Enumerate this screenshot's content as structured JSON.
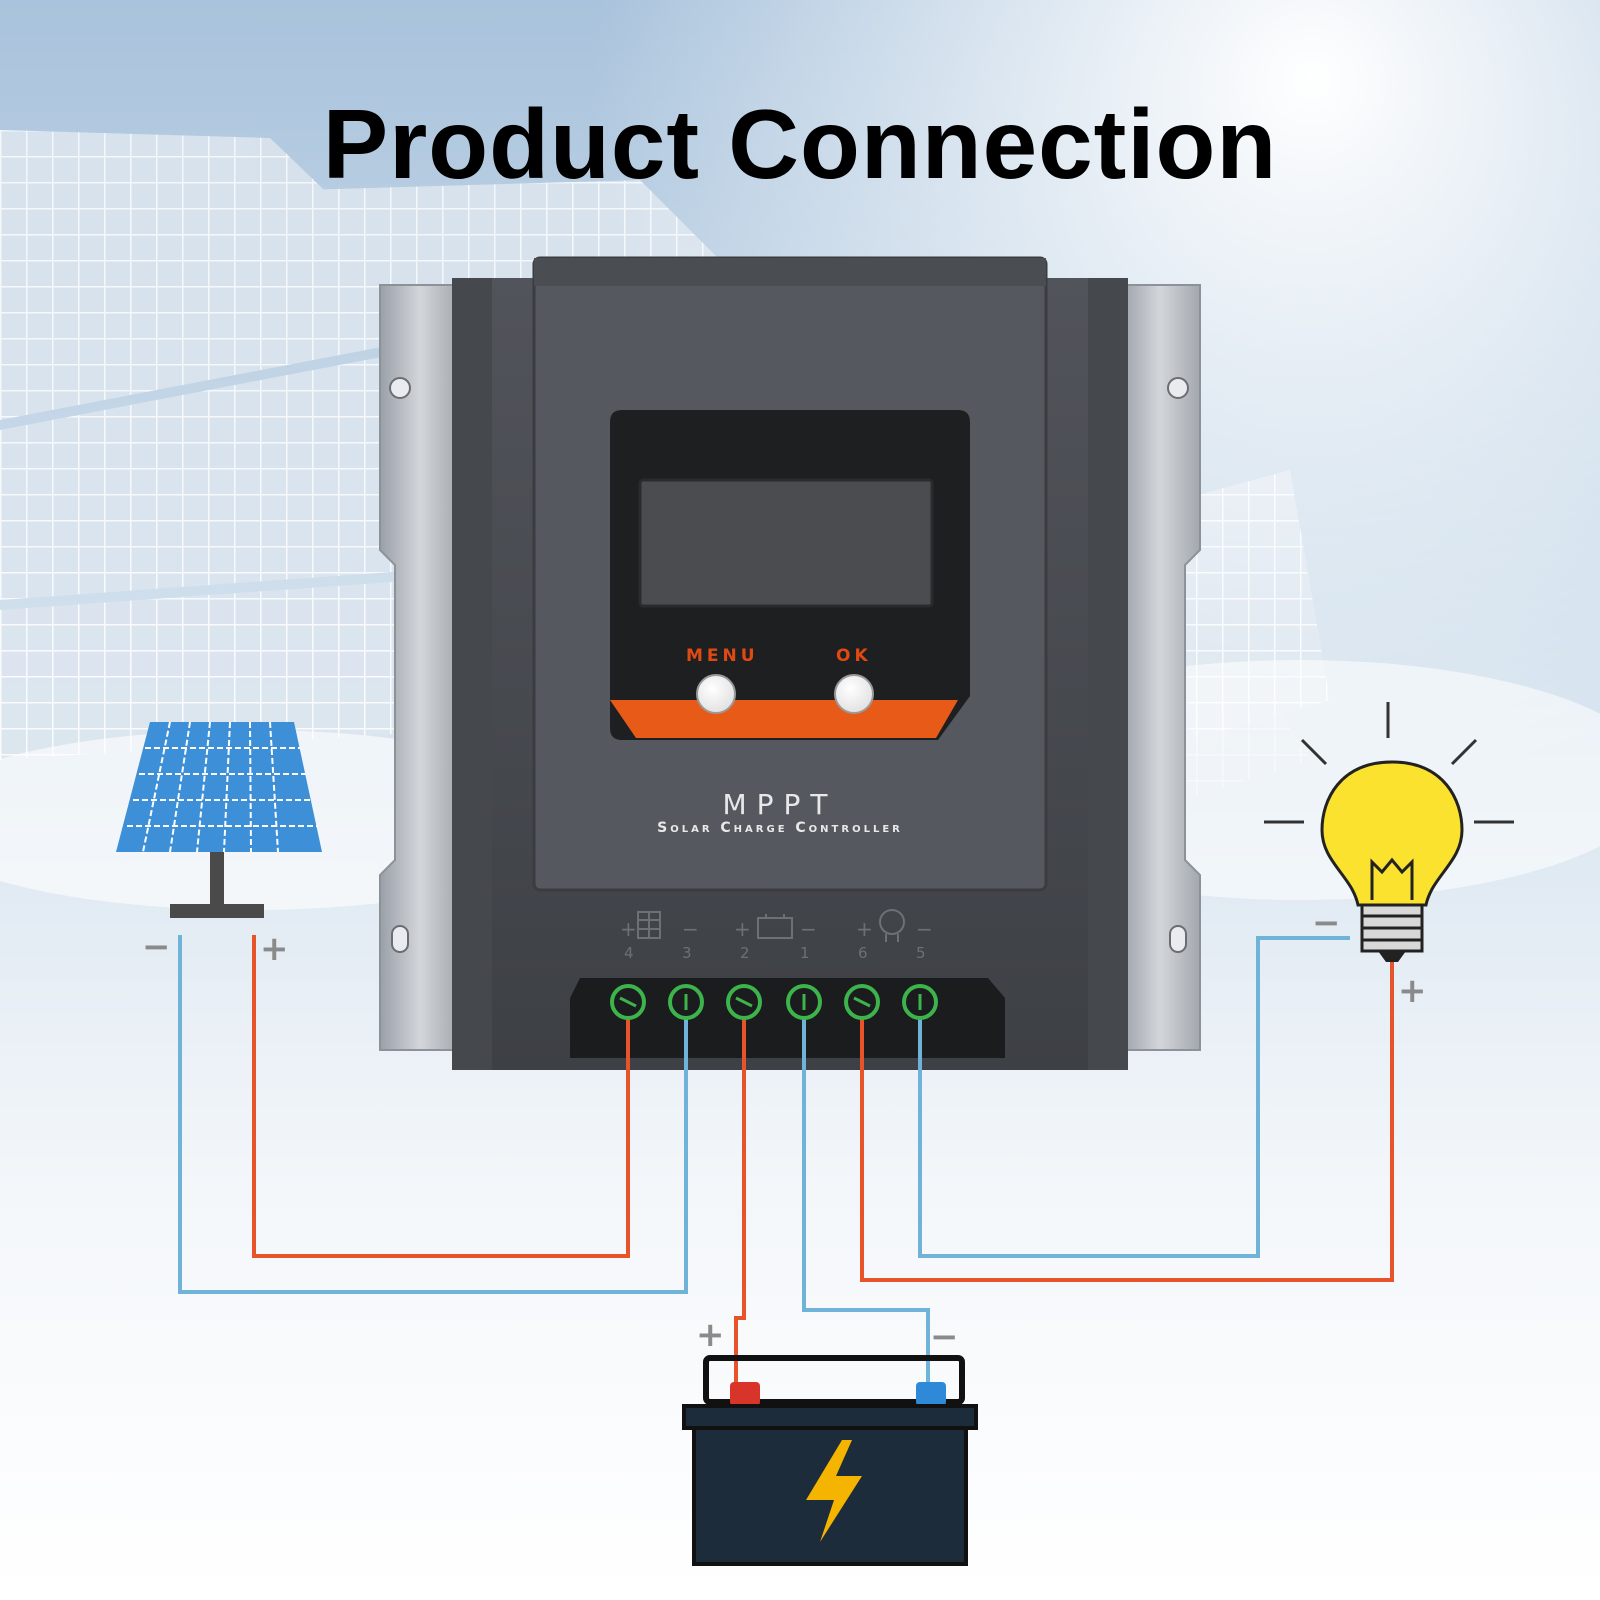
{
  "title": "Product Connection",
  "controller": {
    "brand": "MPPT",
    "subtitle": "Solar Charge Controller",
    "menu_label": "MENU",
    "ok_label": "OK",
    "terminal_numbers": [
      "4",
      "3",
      "2",
      "1",
      "6",
      "5"
    ]
  },
  "polarity": {
    "panel_neg": "−",
    "panel_pos": "+",
    "battery_pos": "+",
    "battery_neg": "−",
    "bulb_neg": "−",
    "bulb_pos": "+"
  },
  "colors": {
    "positive_wire": "#e8542a",
    "negative_wire": "#6fb3d8",
    "accent_orange": "#e85a18",
    "bulb_yellow": "#fbe22e",
    "panel_blue": "#3d8fd8",
    "battery_body": "#1c2c3a"
  }
}
